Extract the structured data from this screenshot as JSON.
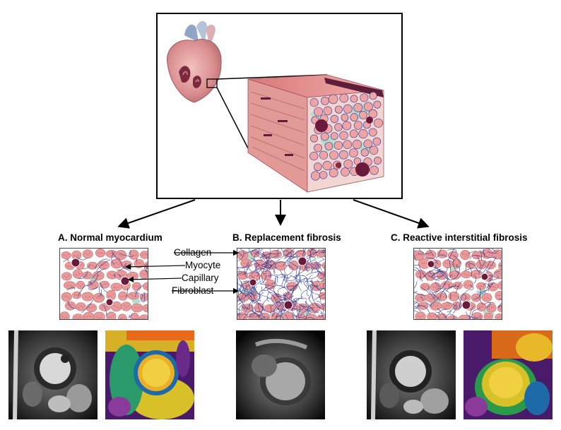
{
  "panels": {
    "a_title": "A. Normal myocardium",
    "b_title": "B. Replacement fibrosis",
    "c_title": "C. Reactive interstitial fibrosis"
  },
  "labels": {
    "collagen": "Collagen",
    "myocyte": "Myocyte",
    "capillary": "Capillary",
    "fibroblast": "Fibroblast"
  },
  "colors": {
    "myocyte": "#e89a9a",
    "myocyte_stroke": "#c86a70",
    "capillary": "#6a1a3a",
    "collagen": "#2a3a9a",
    "fibroblast": "#b8dccc",
    "frame": "#000000"
  }
}
